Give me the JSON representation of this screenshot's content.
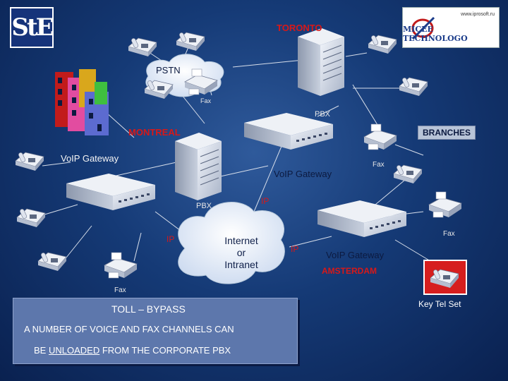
{
  "logos": {
    "left_text": "StE",
    "right_url": "www.iprosoft.ru",
    "right_name": "MICEE TECHNOLOGO"
  },
  "locations": {
    "toronto": "TORONTO",
    "montreal": "MONTREAL",
    "branches": "BRANCHES",
    "amsterdam": "AMSTERDAM"
  },
  "labels": {
    "pstn": "PSTN",
    "voip_gateway_left": "VoIP Gateway",
    "voip_gateway_center": "VoIP Gateway",
    "voip_gateway_right": "VoIP Gateway",
    "pbx_top": "PBX",
    "pbx_mid": "PBX",
    "fax_top": "Fax",
    "fax_branch": "Fax",
    "fax_right": "Fax",
    "fax_bottom": "Fax",
    "ip_top": "IP",
    "ip_left": "IP",
    "ip_right": "IP",
    "internet": "Internet",
    "or": "or",
    "intranet": "Intranet",
    "key_tel_set": "Key Tel Set"
  },
  "note": {
    "title": "TOLL – BYPASS",
    "line1": "A NUMBER OF VOICE AND FAX CHANNELS CAN",
    "line2_prefix": "BE ",
    "line2_underlined": "UNLOADED",
    "line2_suffix": " FROM THE CORPORATE PBX"
  },
  "colors": {
    "background": "#153a76",
    "accent_red": "#d81818",
    "note_box": "#5d77ac"
  }
}
